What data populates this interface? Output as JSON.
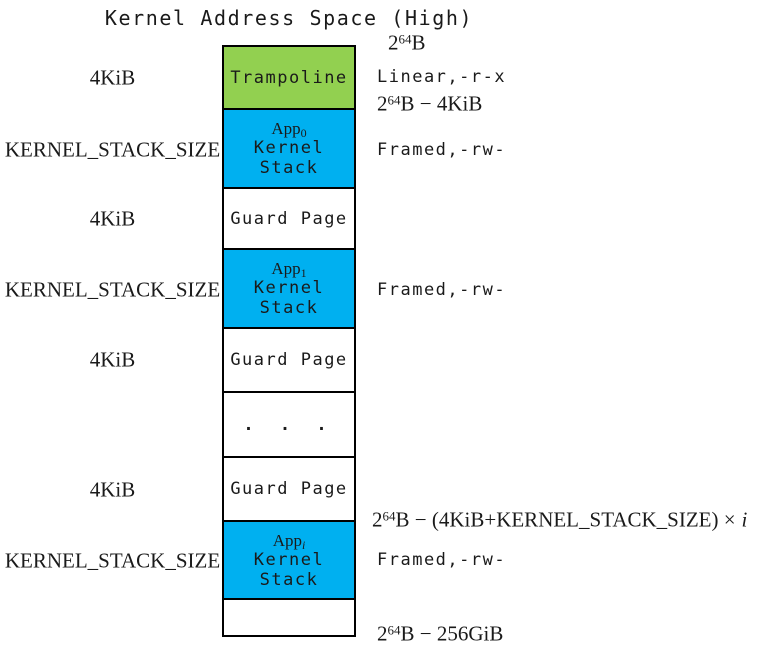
{
  "title": "Kernel Address Space (High)",
  "colors": {
    "trampoline_fill": "#92D050",
    "kernel_stack_fill": "#00B0F0",
    "guard_fill": "#FFFFFF",
    "border": "#000000"
  },
  "labels": {
    "page_size": "4KiB",
    "stack_size": "KERNEL_STACK_SIZE",
    "trampoline": "Trampoline",
    "guard_page": "Guard Page",
    "ellipsis": ". . .",
    "app_prefix": "App",
    "kernel_line": "Kernel",
    "stack_line": "Stack",
    "app_subscripts": {
      "first": "0",
      "second": "1",
      "generic": "i"
    },
    "perm_trampoline": "Linear,-r-x",
    "perm_stack": "Framed,-rw-"
  },
  "addresses": {
    "top": {
      "base": "2",
      "sup": "64",
      "rest": "B"
    },
    "minus_4kib": {
      "base": "2",
      "sup": "64",
      "rest": "B − 4KiB"
    },
    "formula": {
      "base": "2",
      "sup": "64",
      "rest": "B − (4KiB+KERNEL_STACK_SIZE) ×",
      "var": "i"
    },
    "minus_256gib": {
      "base": "2",
      "sup": "64",
      "rest": "B − 256GiB"
    }
  }
}
